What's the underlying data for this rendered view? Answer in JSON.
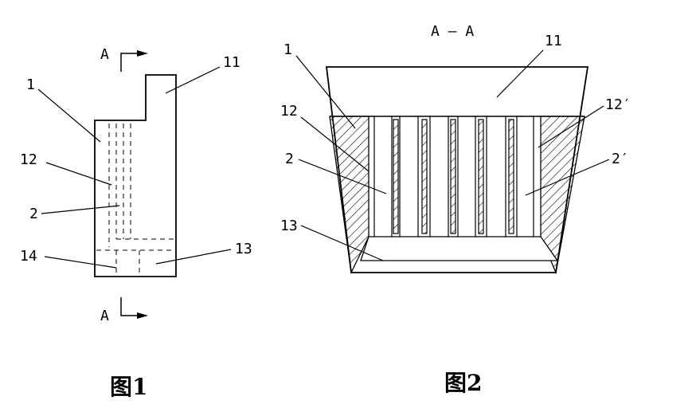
{
  "fig1": {
    "section_marker_top": "A",
    "section_marker_bottom": "A",
    "labels": [
      "1",
      "11",
      "12",
      "2",
      "14",
      "13"
    ],
    "caption": "图1"
  },
  "fig2": {
    "section_title": "A — A",
    "labels": [
      "1",
      "11",
      "12",
      "12′",
      "2",
      "2′",
      "13"
    ],
    "caption": "图2"
  }
}
